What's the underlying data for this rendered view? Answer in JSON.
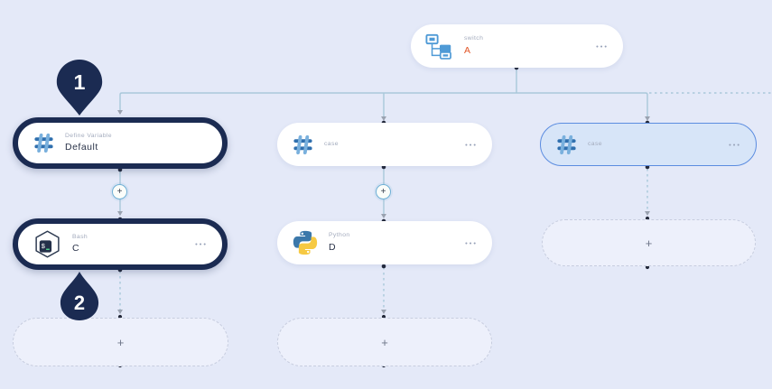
{
  "ui": {
    "plus": "+",
    "menu_dots": "•••"
  },
  "colors": {
    "canvas_bg": "#e4e9f8",
    "highlight_navy": "#1b2b52",
    "selected_border": "#5b8ce0",
    "selected_bg": "#d7e5f8",
    "connector_blue": "#a9c8da",
    "name_orange": "#e25627",
    "icon_blue": "#4f9ad6"
  },
  "markers": {
    "step1": "1",
    "step2": "2"
  },
  "nodes": {
    "switch": {
      "type": "switch",
      "name": "A"
    },
    "define_variable": {
      "type": "Define Variable",
      "name": "Default"
    },
    "case_middle": {
      "type": "case"
    },
    "case_right": {
      "type": "case"
    },
    "bash": {
      "type": "Bash",
      "name": "C"
    },
    "python": {
      "type": "Python",
      "name": "D"
    }
  }
}
